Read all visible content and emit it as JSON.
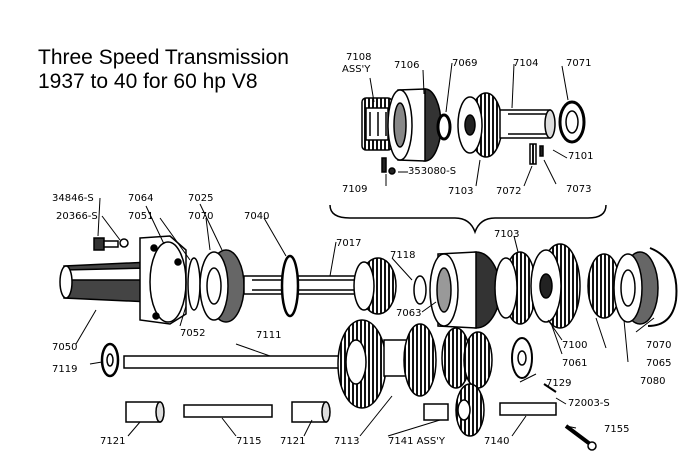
{
  "title": {
    "line1": "Three Speed Transmission",
    "line2": "1937 to 40 for 60 hp V8"
  },
  "labels": {
    "assy_7108_num": "7108",
    "assy_7108_word": "ASS'Y",
    "p7106": "7106",
    "p7069": "7069",
    "p7104": "7104",
    "p7071": "7071",
    "p7101": "7101",
    "p7109": "7109",
    "p353080": "353080-S",
    "p7103_upper": "7103",
    "p7072": "7072",
    "p7073": "7073",
    "p34846": "34846-S",
    "p20366": "20366-S",
    "p7064": "7064",
    "p7051": "7051",
    "p7025": "7025",
    "p7070_left": "7070",
    "p7040": "7040",
    "p7017": "7017",
    "p7118": "7118",
    "p7103_lower": "7103",
    "p7063": "7063",
    "p7052": "7052",
    "p7050": "7050",
    "p7119": "7119",
    "p7111": "7111",
    "p7100": "7100",
    "p7061": "7061",
    "p7129": "7129",
    "p72003": "72003-S",
    "p7070_right": "7070",
    "p7065": "7065",
    "p7080": "7080",
    "p7121_left": "7121",
    "p7115": "7115",
    "p7121_right": "7121",
    "p7113": "7113",
    "p7141_assy": "7141 ASS'Y",
    "p7140": "7140",
    "p7155": "7155"
  }
}
